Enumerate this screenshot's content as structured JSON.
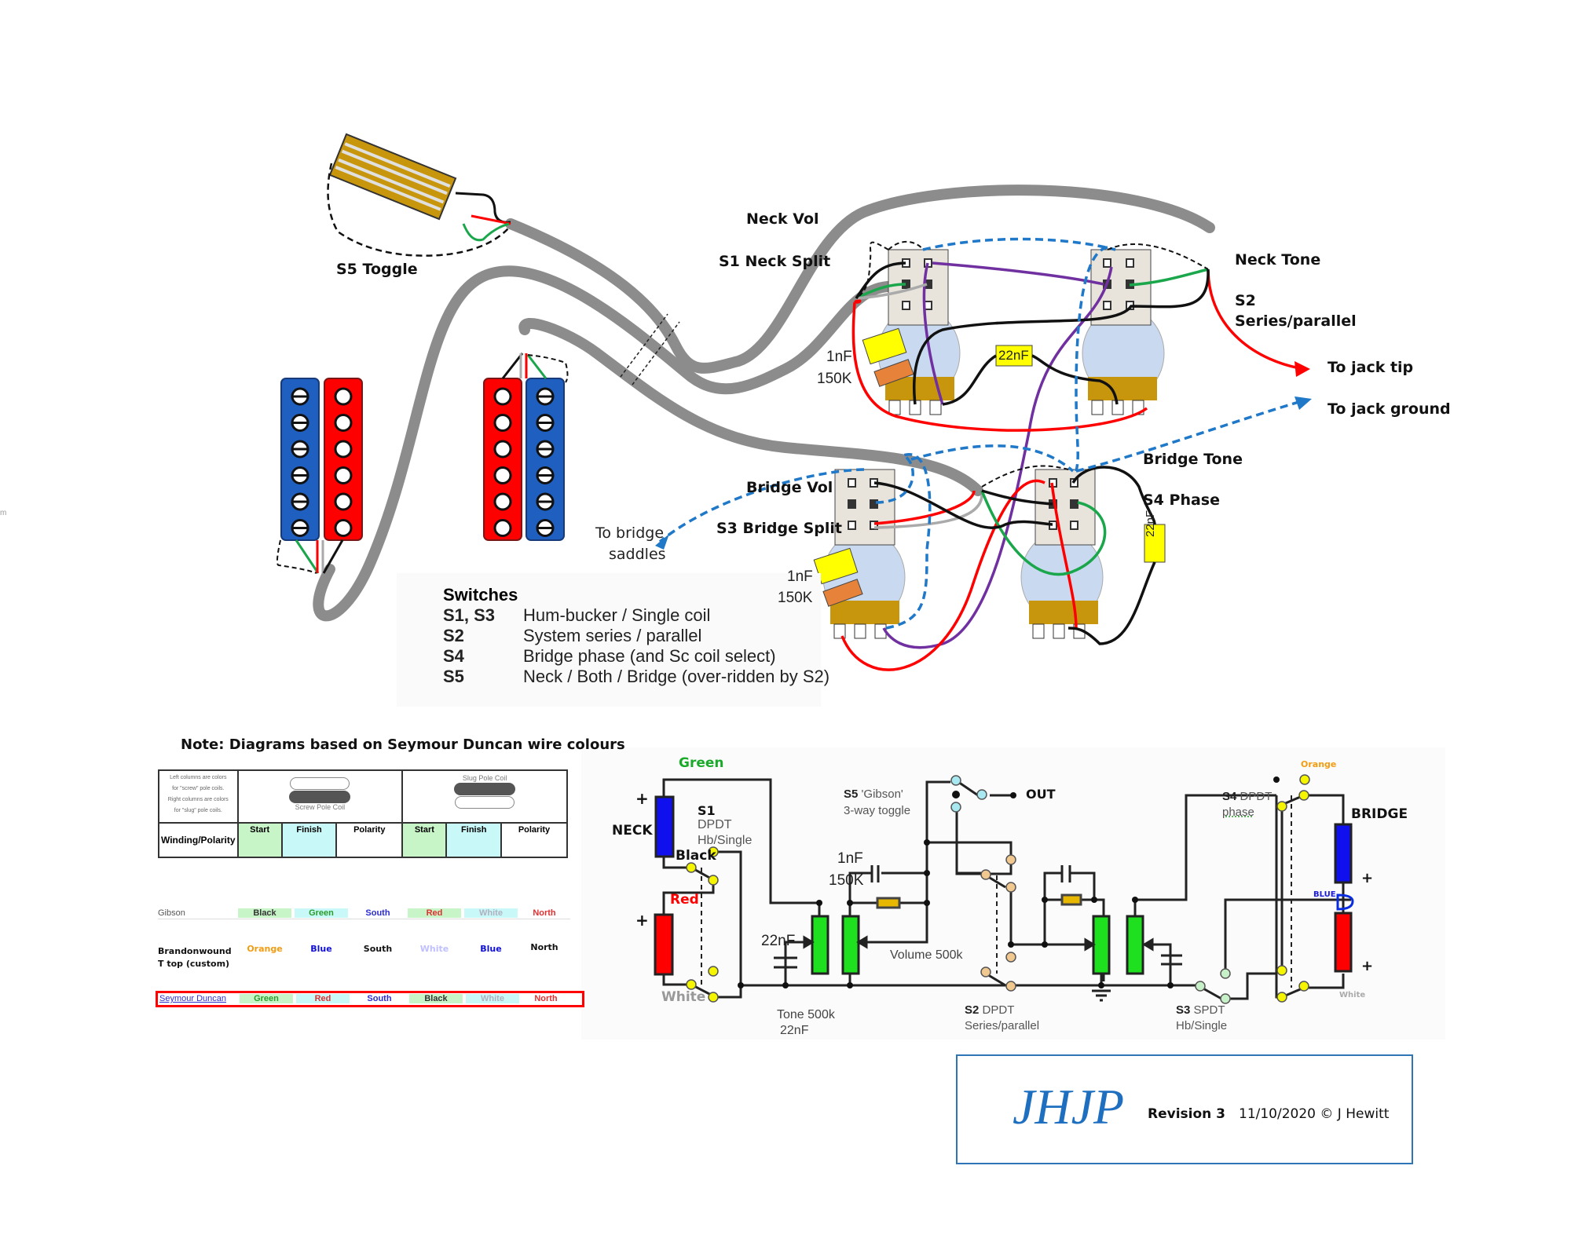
{
  "stray_mark": "m",
  "wiring_labels": {
    "s5_toggle": "S5 Toggle",
    "neck_vol": "Neck Vol",
    "s1_neck_split": "S1 Neck Split",
    "neck_tone": "Neck Tone",
    "s2_line1": "S2",
    "s2_line2": "Series/parallel",
    "to_jack_tip": "To jack tip",
    "to_jack_ground": "To jack ground",
    "neck_cap": "1nF",
    "neck_res": "150K",
    "neck_tone_cap": "22nF",
    "bridge_tone": "Bridge Tone",
    "s4_phase": "S4 Phase",
    "bridge_vol": "Bridge Vol",
    "s3_bridge_split": "S3 Bridge Split",
    "to_bridge_line1": "To bridge",
    "to_bridge_line2": "saddles",
    "bridge_cap": "1nF",
    "bridge_res": "150K",
    "bridge_tone_cap": "22nF"
  },
  "switches": {
    "title": "Switches",
    "rows": [
      {
        "key": "S1, S3",
        "desc": "Hum-bucker / Single coil"
      },
      {
        "key": "S2",
        "desc": "System series / parallel"
      },
      {
        "key": "S4",
        "desc": "Bridge phase (and Sc coil select)"
      },
      {
        "key": "S5",
        "desc": "Neck / Both / Bridge (over-ridden by S2)"
      }
    ]
  },
  "wire_table": {
    "note": "Note: Diagrams based on Seymour Duncan wire colours",
    "legend_lines": [
      "Left columns are colors",
      "for \"screw\" pole coils.",
      "Right columns are colors",
      "for \"slug\" pole coils."
    ],
    "screw_coil_label": "Screw Pole Coil",
    "slug_coil_label": "Slug Pole Coil",
    "row_header": "Winding/Polarity",
    "columns": [
      "Start",
      "Finish",
      "Polarity",
      "Start",
      "Finish",
      "Polarity"
    ],
    "rows": [
      {
        "name": "Gibson",
        "values": [
          "Black",
          "Green",
          "South",
          "Red",
          "White",
          "North"
        ],
        "colors": [
          "#333333",
          "#2a9d2a",
          "#2b2bd0",
          "#e03030",
          "#b0b0c0",
          "#e03030"
        ]
      },
      {
        "name": "Brandonwound T top (custom)",
        "name_line1": "Brandonwound",
        "name_line2": "T top (custom)",
        "values": [
          "Orange",
          "Blue",
          "South",
          "White",
          "Blue",
          "North"
        ],
        "colors": [
          "#f39c12",
          "#1010d0",
          "#111111",
          "#c0c0ff",
          "#1010d0",
          "#111111"
        ]
      },
      {
        "name": "Seymour Duncan",
        "values": [
          "Green",
          "Red",
          "South",
          "Black",
          "White",
          "North"
        ],
        "colors": [
          "#2a9d2a",
          "#e03030",
          "#2b2bd0",
          "#333333",
          "#b0b0c0",
          "#e03030"
        ]
      }
    ]
  },
  "schematic": {
    "green": "Green",
    "neck": "NECK",
    "plus": "+",
    "s1_title": "S1",
    "s1_type": "DPDT",
    "s1_desc": "Hb/Single",
    "black": "Black",
    "red": "Red",
    "white": "White",
    "cap_1nf": "1nF",
    "res_150k": "150K",
    "cap_22nf": "22nF",
    "volume": "Volume 500k",
    "tone_line1": "Tone 500k",
    "tone_line2": "22nF",
    "s5_title": "S5",
    "s5_name": "'Gibson'",
    "s5_desc": "3-way toggle",
    "out": "OUT",
    "s2_title": "S2",
    "s2_type": "DPDT",
    "s2_desc": "Series/parallel",
    "s3_title": "S3",
    "s3_type": "SPDT",
    "s3_desc": "Hb/Single",
    "s4_title": "S4",
    "s4_type": "DPDT",
    "s4_desc": "phase",
    "orange": "Orange",
    "bridge": "BRIDGE",
    "blue": "BLUE",
    "white_small": "White"
  },
  "footer": {
    "logo": "JHJP",
    "revision": "Revision 3",
    "date_author": "11/10/2020 © J Hewitt"
  },
  "colors": {
    "cable": "#8c8c8c",
    "wire_red": "#ff0000",
    "wire_green": "#1aa64b",
    "wire_purple": "#7030a0",
    "ground_dashed": "#1f78c8",
    "pickup_blue": "#1f5fbf",
    "pickup_red": "#ff0000",
    "pot_body": "#c9d9ef",
    "pot_base": "#c8960c",
    "switch_body": "#e8e4dc",
    "cap_yellow": "#ffff00",
    "res_orange": "#e6823a",
    "pot_green": "#1ee01e",
    "footer_blue": "#1f6fc0"
  }
}
